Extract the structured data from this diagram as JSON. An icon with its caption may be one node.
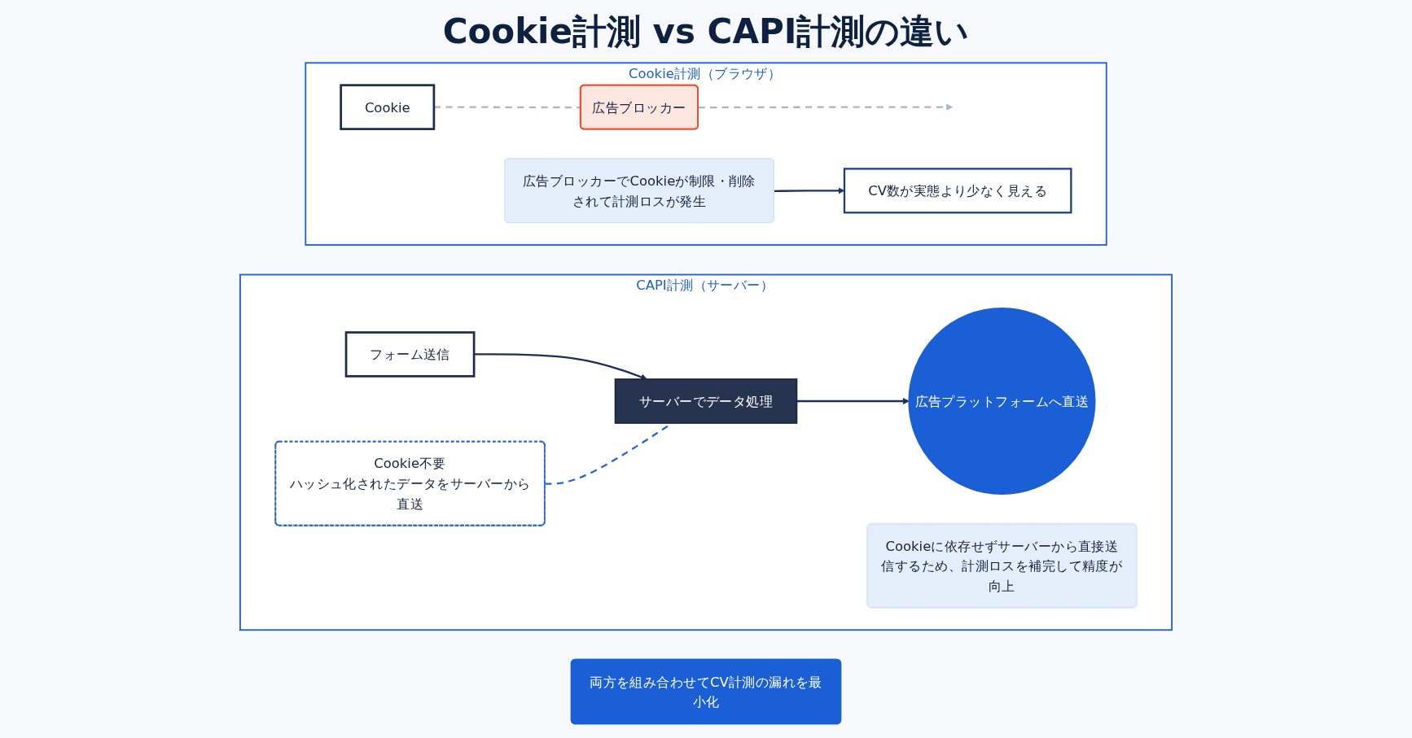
{
  "diagram": {
    "title": "Cookie計測 vs CAPI計測の違い",
    "nodes": [
      {
        "text": [
          "Cookie計測（ブラウザ）"
        ]
      },
      {
        "text": [
          "Cookie"
        ],
        "in": 0
      },
      {
        "text": [
          "広告ブロッカー"
        ],
        "in": 0
      },
      {
        "text": [
          "広告ブロッカーでCookieが制限・削除されて計測ロスが発生"
        ],
        "in": 0
      },
      {
        "text": [
          "CV数が実態より少なく見える"
        ],
        "in": 0
      },
      {
        "text": [
          "CAPI計測（サーバー）"
        ]
      },
      {
        "text": [
          "フォーム送信"
        ],
        "in": 5
      },
      {
        "text": [
          "サーバーでデータ処理"
        ],
        "in": 5
      },
      {
        "text": [
          "広告プラットフォームへ直送"
        ],
        "in": 5
      },
      {
        "text": [
          "Cookie不要",
          "ハッシュ化されたデータをサーバーから直送"
        ],
        "in": 5
      },
      {
        "text": [
          "Cookieに依存せずサーバーから直接送信するため、計測ロスを補完して精度が向上"
        ],
        "in": 5
      },
      {
        "text": [
          "両方を組み合わせてCV計測の漏れを最小化"
        ]
      }
    ],
    "edges": [
      {
        "from": 1,
        "to": 2,
        "arrow": "none",
        "style": "dashed",
        "color": "#a9b5c6"
      },
      {
        "from": 2,
        "to": null,
        "arrow": "to",
        "style": "dashed",
        "color": "#a9b5c6"
      },
      {
        "from": 3,
        "to": 4,
        "arrow": "to"
      },
      {
        "from": 6,
        "to": 7,
        "arrow": "to"
      },
      {
        "from": 7,
        "to": 8,
        "arrow": "to"
      },
      {
        "from": 9,
        "to": 7,
        "arrow": "none",
        "style": "dashed",
        "color": "#2563d9"
      }
    ]
  }
}
